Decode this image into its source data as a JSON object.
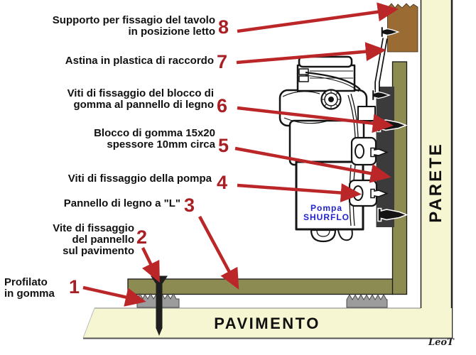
{
  "callouts": [
    {
      "n": "1",
      "lines": [
        "Profilato",
        "in gomma"
      ]
    },
    {
      "n": "2",
      "lines": [
        "Vite di fissaggio",
        "del pannello",
        "sul pavimento"
      ]
    },
    {
      "n": "3",
      "lines": [
        "Pannello di legno a \"L\""
      ]
    },
    {
      "n": "4",
      "lines": [
        "Viti di fissaggio della pompa"
      ]
    },
    {
      "n": "5",
      "lines": [
        "Blocco di gomma 15x20",
        "spessore 10mm circa"
      ]
    },
    {
      "n": "6",
      "lines": [
        "Viti di fissaggio del blocco di",
        "gomma al pannello di legno"
      ]
    },
    {
      "n": "7",
      "lines": [
        "Astina in plastica di raccordo"
      ]
    },
    {
      "n": "8",
      "lines": [
        "Supporto per fissagio del tavolo",
        "in posizione letto"
      ]
    }
  ],
  "pump_label": {
    "line1": "Pompa",
    "line2": "SHURFLO"
  },
  "wall_label": "PARETE",
  "floor_label": "PAVIMENTO",
  "signature": "LeoT",
  "colors": {
    "num-red": "#A81F24",
    "arrow-red": "#BB2628",
    "pump-blue": "#2222CC",
    "wall-cream": "#F6F6D2",
    "wood-olive": "#8B8B52",
    "support-brown": "#9A6B33",
    "rubber-dark": "#3B3B3B",
    "rubber-gray": "#9C9C9C",
    "ink": "#141414"
  }
}
